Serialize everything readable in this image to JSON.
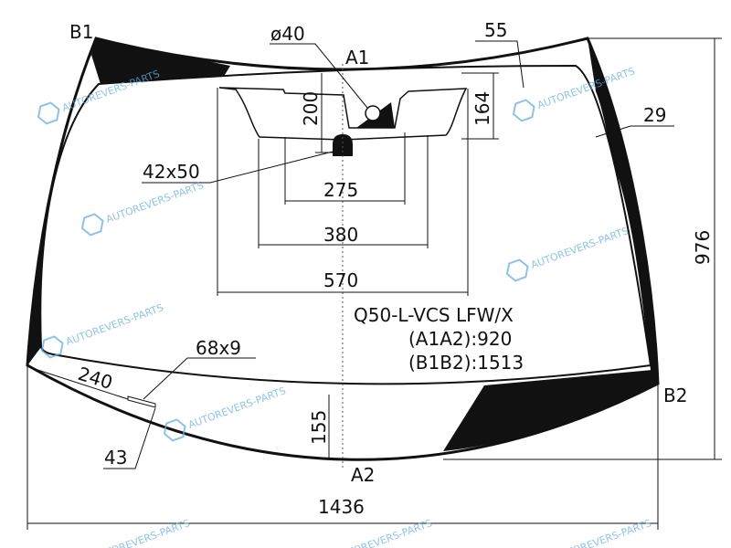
{
  "diagram": {
    "part_code": "Q50-L-VCS LFW/X",
    "a1a2": "(A1A2):920",
    "b1b2": "(B1B2):1513",
    "points": {
      "b1": "B1",
      "b2": "B2",
      "a1": "A1",
      "a2": "A2"
    },
    "dimensions": {
      "sensor_diameter": "ø40",
      "top_band": "55",
      "side_band": "29",
      "mirror_mount": "42x50",
      "sensor_height": "200",
      "sensor_area_height": "164",
      "width_275": "275",
      "width_380": "380",
      "width_570": "570",
      "vin_window": "68x9",
      "vin_offset_side": "240",
      "vin_offset_bottom": "43",
      "bottom_band": "155",
      "total_height": "976",
      "total_width": "1436"
    },
    "watermark": "AUTOREVERS-PARTS",
    "colors": {
      "line": "#111111",
      "watermark": "#6aaee0"
    }
  }
}
